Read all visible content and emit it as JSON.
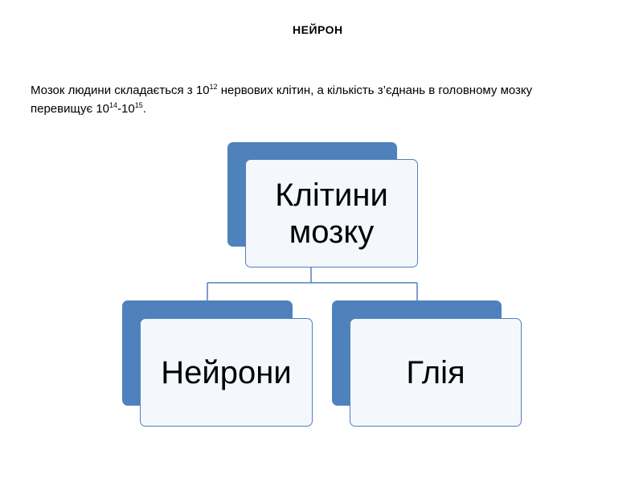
{
  "slide": {
    "title": "НЕЙРОН",
    "intro": {
      "part1": "Мозок людини складається з 10",
      "sup1": "12",
      "part2": " нервових клітин, а кількість з’єднань в головному мозку перевищує 10",
      "sup2": "14",
      "part3": "-10",
      "sup3": "15",
      "part4": "."
    }
  },
  "diagram": {
    "root": {
      "label": "Клітини мозку"
    },
    "children": [
      {
        "label": "Нейрони"
      },
      {
        "label": "Глія"
      }
    ],
    "colors": {
      "box_fill": "#4f81bd",
      "card_fill": "#f4f7fb",
      "card_border": "#4f81bd",
      "connector": "#4f81bd"
    }
  }
}
